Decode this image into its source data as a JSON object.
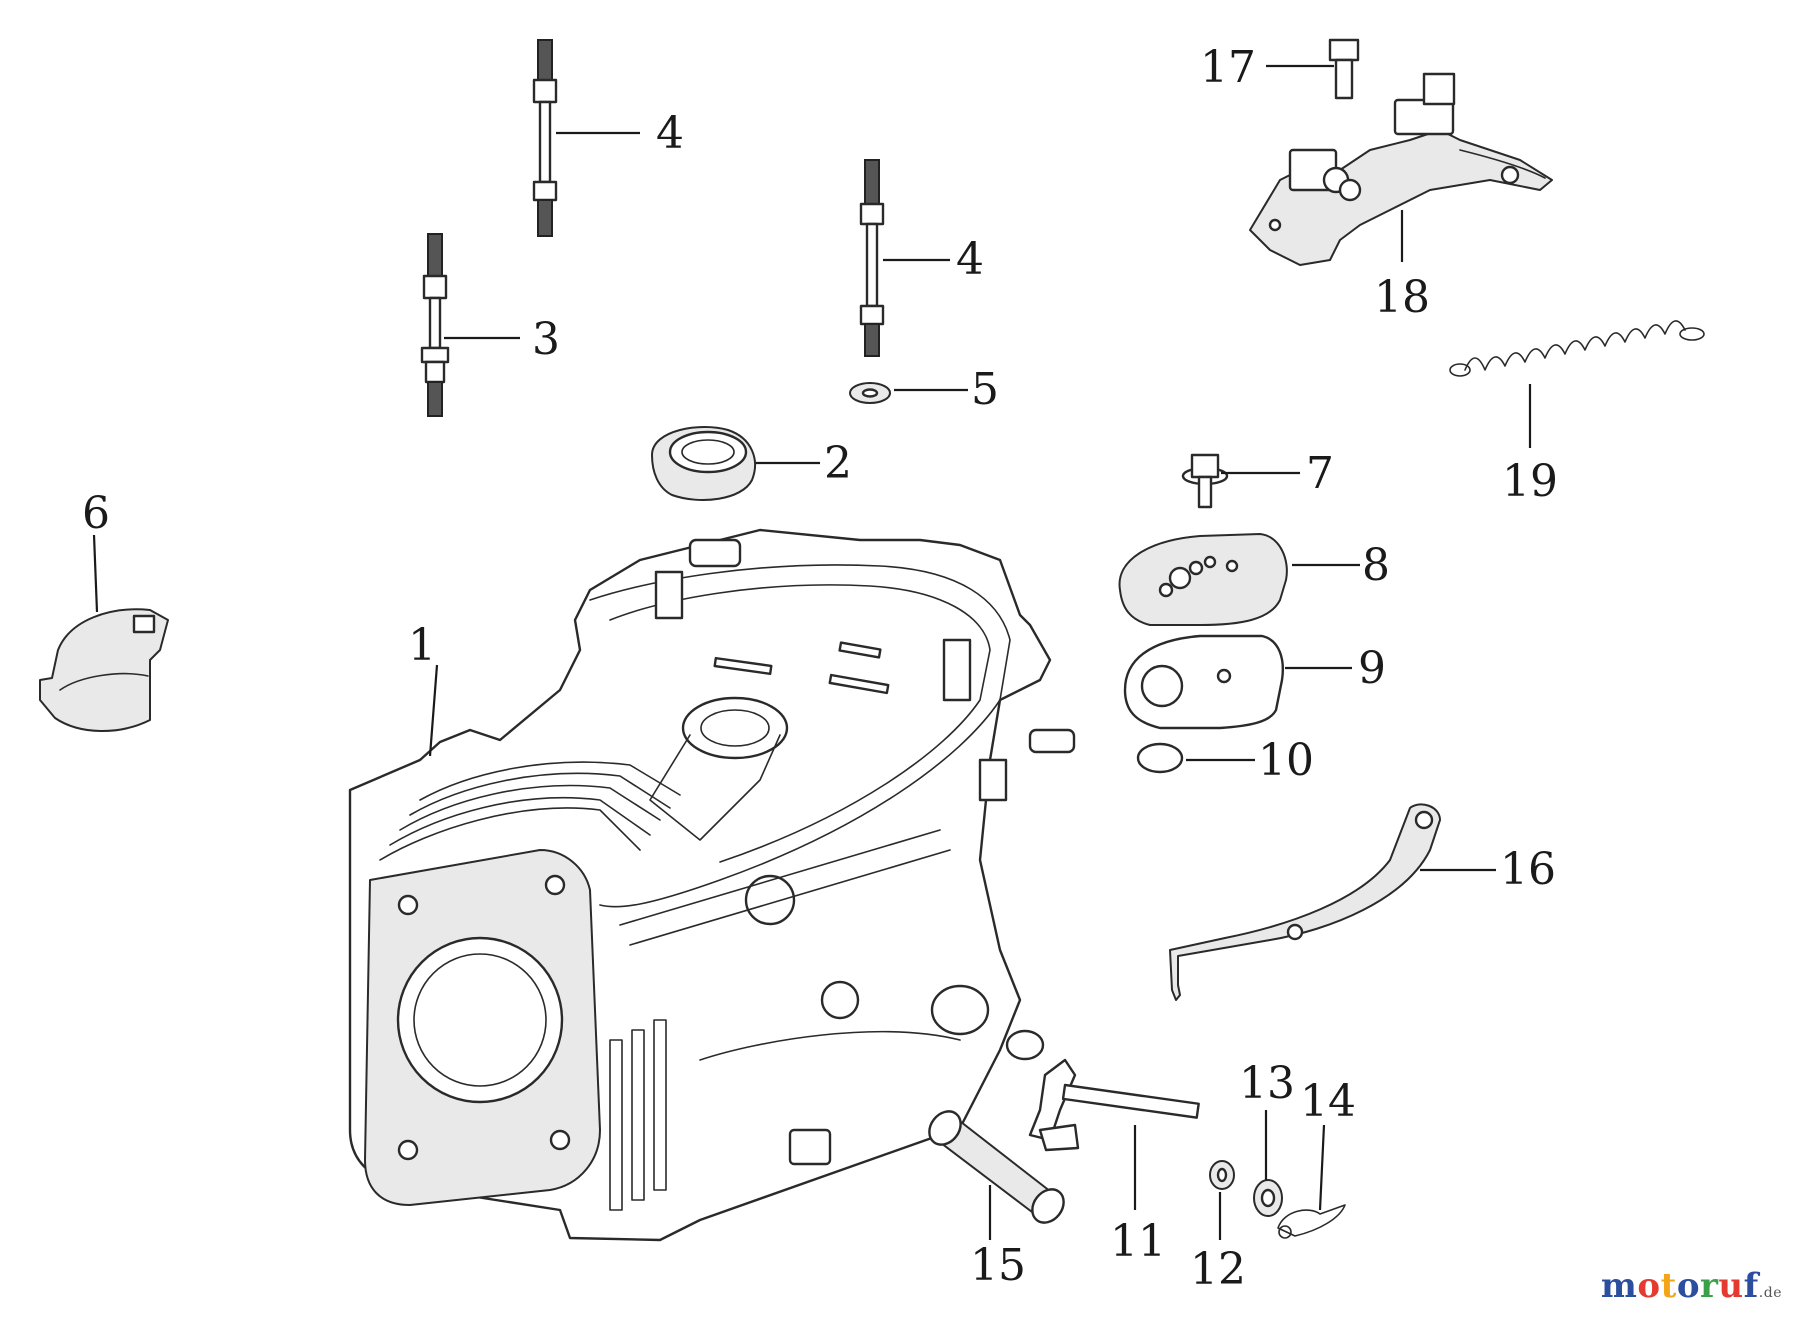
{
  "diagram": {
    "callouts": [
      {
        "id": "1",
        "label": "1"
      },
      {
        "id": "2",
        "label": "2"
      },
      {
        "id": "3",
        "label": "3"
      },
      {
        "id": "4a",
        "label": "4"
      },
      {
        "id": "4b",
        "label": "4"
      },
      {
        "id": "5",
        "label": "5"
      },
      {
        "id": "6",
        "label": "6"
      },
      {
        "id": "7",
        "label": "7"
      },
      {
        "id": "8",
        "label": "8"
      },
      {
        "id": "9",
        "label": "9"
      },
      {
        "id": "10",
        "label": "10"
      },
      {
        "id": "11",
        "label": "11"
      },
      {
        "id": "12",
        "label": "12"
      },
      {
        "id": "13",
        "label": "13"
      },
      {
        "id": "14",
        "label": "14"
      },
      {
        "id": "15",
        "label": "15"
      },
      {
        "id": "16",
        "label": "16"
      },
      {
        "id": "17",
        "label": "17"
      },
      {
        "id": "18",
        "label": "18"
      },
      {
        "id": "19",
        "label": "19"
      }
    ]
  },
  "watermark": {
    "letters": [
      "m",
      "o",
      "t",
      "o",
      "r",
      "u",
      "f"
    ],
    "colors": [
      "#2b4f9e",
      "#e53a2f",
      "#f2a516",
      "#2b4f9e",
      "#3aa04a",
      "#e53a2f",
      "#2b4f9e"
    ],
    "suffix": ".de"
  }
}
